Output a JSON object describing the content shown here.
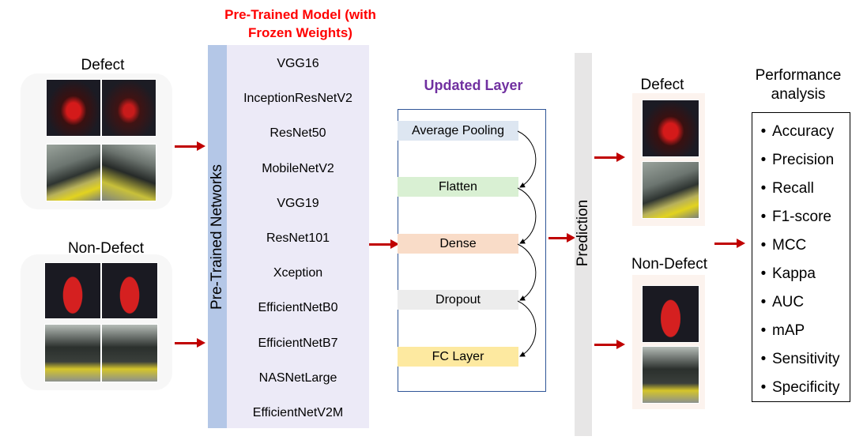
{
  "left": {
    "defect_label": "Defect",
    "non_defect_label": "Non-Defect"
  },
  "pretrained": {
    "title_line1": "Pre-Trained Model (with",
    "title_line2": "Frozen Weights)",
    "band_label": "Pre-Trained Networks",
    "models": [
      "VGG16",
      "InceptionResNetV2",
      "ResNet50",
      "MobileNetV2",
      "VGG19",
      "ResNet101",
      "Xception",
      "EfficientNetB0",
      "EfficientNetB7",
      "NASNetLarge",
      "EfficientNetV2M"
    ]
  },
  "updated": {
    "title": "Updated Layer",
    "layers": [
      {
        "label": "Average Pooling",
        "color": "#dde6f1"
      },
      {
        "label": "Flatten",
        "color": "#d9f0d3"
      },
      {
        "label": "Dense",
        "color": "#f9dcc8"
      },
      {
        "label": "Dropout",
        "color": "#ececec"
      },
      {
        "label": "FC Layer",
        "color": "#fde9a0"
      }
    ]
  },
  "prediction": {
    "band_label": "Prediction",
    "defect_label": "Defect",
    "non_defect_label": "Non-Defect"
  },
  "performance": {
    "title_line1": "Performance",
    "title_line2": "analysis",
    "metrics": [
      "Accuracy",
      "Precision",
      "Recall",
      "F1-score",
      "MCC",
      "Kappa",
      "AUC",
      "mAP",
      "Sensitivity",
      "Specificity"
    ]
  },
  "colors": {
    "title_red": "#ff0000",
    "title_purple": "#7030a0",
    "arrow": "#c00000"
  }
}
